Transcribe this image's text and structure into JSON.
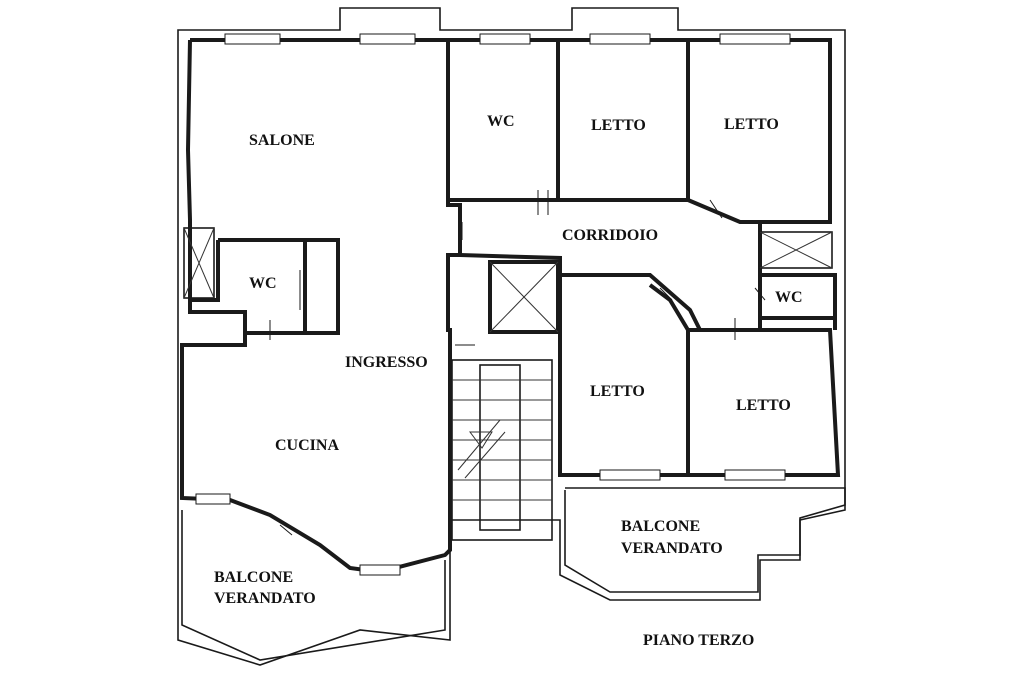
{
  "plan": {
    "floor_label": "PIANO TERZO",
    "rooms": {
      "salone": "SALONE",
      "wc_top": "WC",
      "letto_1": "LETTO",
      "letto_2": "LETTO",
      "corridoio": "CORRIDOIO",
      "wc_left": "WC",
      "wc_right": "WC",
      "ingresso": "INGRESSO",
      "letto_3": "LETTO",
      "letto_4": "LETTO",
      "cucina": "CUCINA"
    },
    "balconies": {
      "left_line1": "BALCONE",
      "left_line2": "VERANDATO",
      "right_line1": "BALCONE",
      "right_line2": "VERANDATO"
    }
  }
}
